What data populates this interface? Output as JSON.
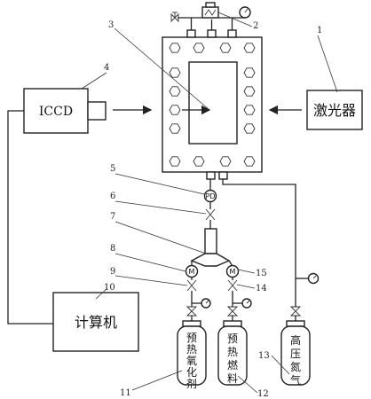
{
  "components": {
    "iccd": "ICCD",
    "laser": "激光器",
    "computer": "计算机",
    "cyl_oxidizer": "预热氧化剂",
    "cyl_fuel": "预热燃料",
    "cyl_nitrogen": "高压氮气"
  },
  "symbols": {
    "pd": "PD",
    "mixer_left": "M",
    "mixer_right": "M"
  },
  "callouts": {
    "n1": "1",
    "n2": "2",
    "n3": "3",
    "n4": "4",
    "n5": "5",
    "n6": "6",
    "n7": "7",
    "n8": "8",
    "n9": "9",
    "n10": "10",
    "n11": "11",
    "n12": "12",
    "n13": "13",
    "n14": "14",
    "n15": "15"
  }
}
